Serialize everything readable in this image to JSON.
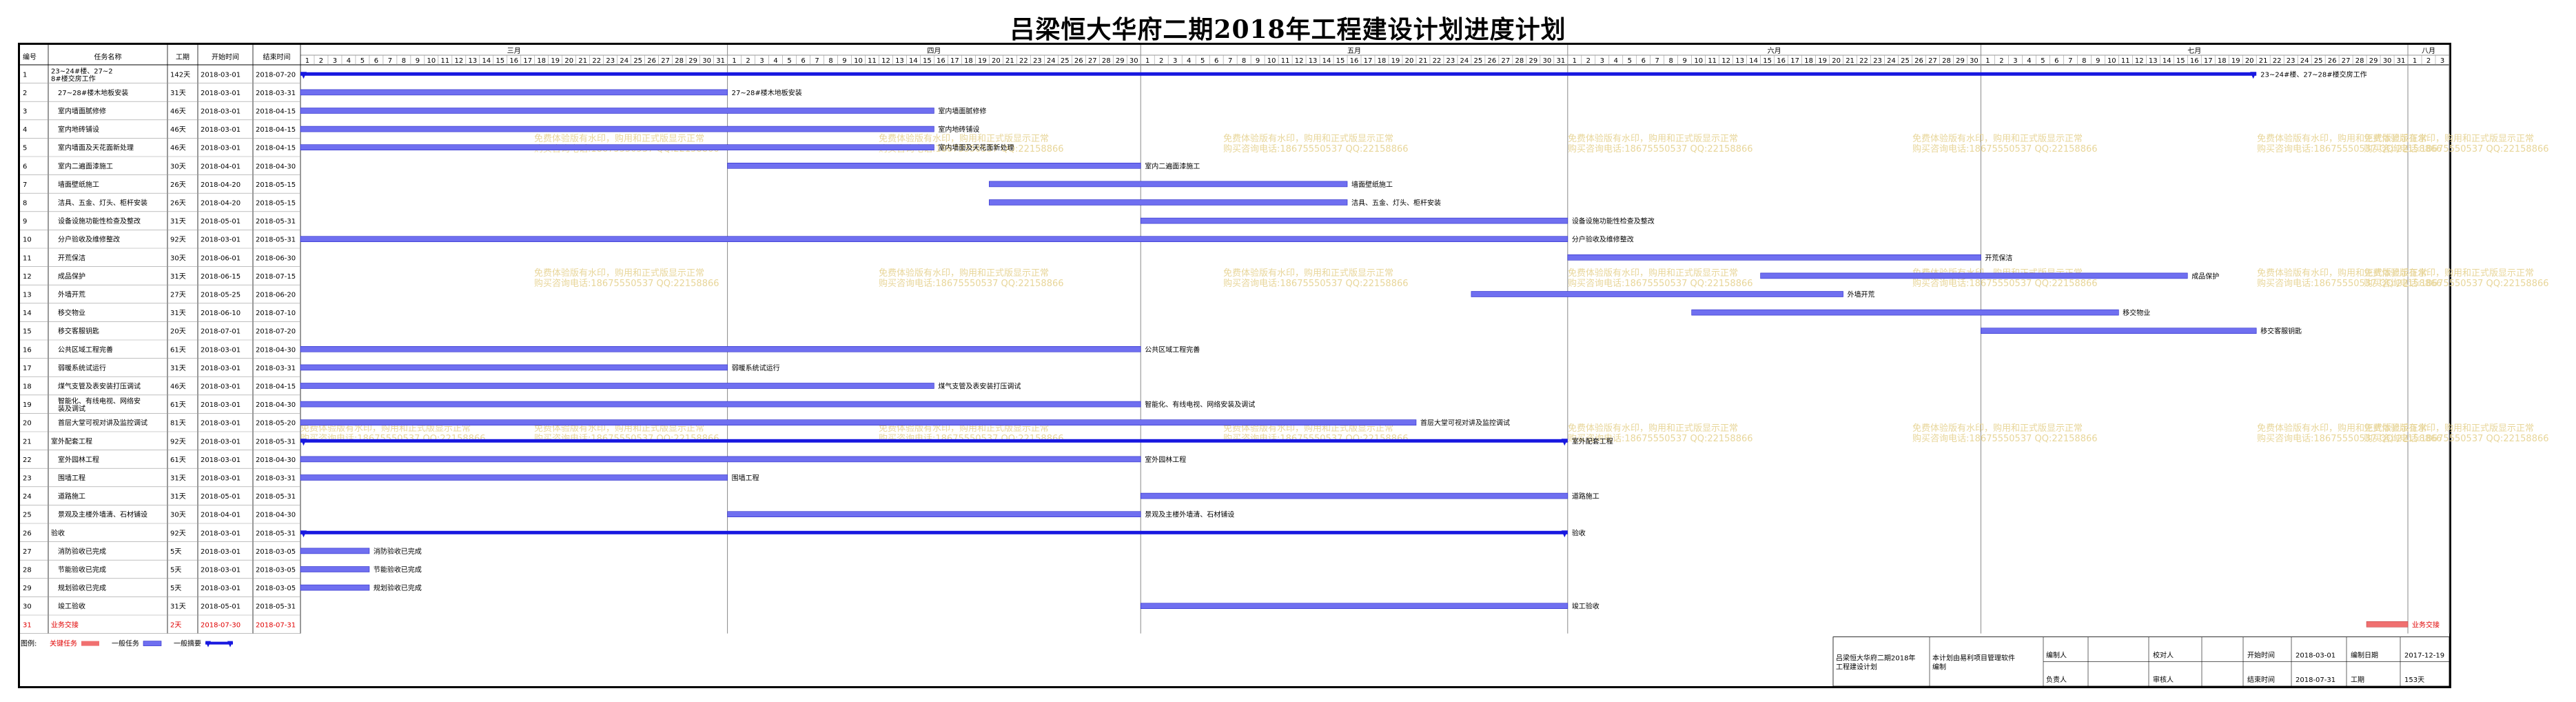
{
  "title": "吕梁恒大华府二期2018年工程建设计划进度计划",
  "columns": [
    "编号",
    "任务名称",
    "工期",
    "开始时间",
    "结束时间"
  ],
  "months": [
    {
      "name": "三月",
      "days": 31
    },
    {
      "name": "四月",
      "days": 30
    },
    {
      "name": "五月",
      "days": 31
    },
    {
      "name": "六月",
      "days": 30
    },
    {
      "name": "七月",
      "days": 31
    },
    {
      "name": "八月",
      "days": 3
    }
  ],
  "timeline_start": "2018-03-01",
  "watermark": {
    "line1": "免费体验版有水印，购用和正式版显示正常",
    "line2": "购买咨询电话:18675550537 QQ:22158866"
  },
  "chart_data": {
    "type": "gantt",
    "tasks": [
      {
        "id": "1",
        "name": "23~24#楼、27~28#楼交房工作",
        "duration": "142天",
        "start": "2018-03-01",
        "end": "2018-07-20",
        "kind": "summary",
        "label": "23~24#楼、27~28#楼交房工作"
      },
      {
        "id": "2",
        "name": "27~28#楼木地板安装",
        "duration": "31天",
        "start": "2018-03-01",
        "end": "2018-03-31",
        "kind": "task",
        "label": "27~28#楼木地板安装"
      },
      {
        "id": "3",
        "name": "室内墙面腻修修",
        "duration": "46天",
        "start": "2018-03-01",
        "end": "2018-04-15",
        "kind": "task",
        "label": "室内墙面腻修修"
      },
      {
        "id": "4",
        "name": "室内地砖铺设",
        "duration": "46天",
        "start": "2018-03-01",
        "end": "2018-04-15",
        "kind": "task",
        "label": "室内地砖铺设"
      },
      {
        "id": "5",
        "name": "室内墙面及天花面新处理",
        "duration": "46天",
        "start": "2018-03-01",
        "end": "2018-04-15",
        "kind": "task",
        "label": "室内墙面及天花面新处理"
      },
      {
        "id": "6",
        "name": "室内二遍面漆施工",
        "duration": "30天",
        "start": "2018-04-01",
        "end": "2018-04-30",
        "kind": "task",
        "label": "室内二遍面漆施工"
      },
      {
        "id": "7",
        "name": "墙面壁纸施工",
        "duration": "26天",
        "start": "2018-04-20",
        "end": "2018-05-15",
        "kind": "task",
        "label": "墙面壁纸施工"
      },
      {
        "id": "8",
        "name": "洁具、五金、灯头、柜杆安装",
        "duration": "26天",
        "start": "2018-04-20",
        "end": "2018-05-15",
        "kind": "task",
        "label": "洁具、五金、灯头、柜杆安装"
      },
      {
        "id": "9",
        "name": "设备设施功能性检查及整改",
        "duration": "31天",
        "start": "2018-05-01",
        "end": "2018-05-31",
        "kind": "task",
        "label": "设备设施功能性检查及整改"
      },
      {
        "id": "10",
        "name": "分户验收及维修整改",
        "duration": "92天",
        "start": "2018-03-01",
        "end": "2018-05-31",
        "kind": "task",
        "label": "分户验收及维修整改"
      },
      {
        "id": "11",
        "name": "开荒保洁",
        "duration": "30天",
        "start": "2018-06-01",
        "end": "2018-06-30",
        "kind": "task",
        "label": "开荒保洁"
      },
      {
        "id": "12",
        "name": "成品保护",
        "duration": "31天",
        "start": "2018-06-15",
        "end": "2018-07-15",
        "kind": "task",
        "label": "成品保护"
      },
      {
        "id": "13",
        "name": "外墙开荒",
        "duration": "27天",
        "start": "2018-05-25",
        "end": "2018-06-20",
        "kind": "task",
        "label": "外墙开荒"
      },
      {
        "id": "14",
        "name": "移交物业",
        "duration": "31天",
        "start": "2018-06-10",
        "end": "2018-07-10",
        "kind": "task",
        "label": "移交物业"
      },
      {
        "id": "15",
        "name": "移交客服钥匙",
        "duration": "20天",
        "start": "2018-07-01",
        "end": "2018-07-20",
        "kind": "task",
        "label": "移交客服钥匙"
      },
      {
        "id": "16",
        "name": "公共区域工程完善",
        "duration": "61天",
        "start": "2018-03-01",
        "end": "2018-04-30",
        "kind": "task",
        "label": "公共区域工程完善"
      },
      {
        "id": "17",
        "name": "弱暖系统试运行",
        "duration": "31天",
        "start": "2018-03-01",
        "end": "2018-03-31",
        "kind": "task",
        "label": "弱暖系统试运行"
      },
      {
        "id": "18",
        "name": "煤气支管及表安装打压调试",
        "duration": "46天",
        "start": "2018-03-01",
        "end": "2018-04-15",
        "kind": "task",
        "label": "煤气支管及表安装打压调试"
      },
      {
        "id": "19",
        "name": "智能化、有线电视、网络安装及调试",
        "duration": "61天",
        "start": "2018-03-01",
        "end": "2018-04-30",
        "kind": "task",
        "label": "智能化、有线电视、网络安装及调试"
      },
      {
        "id": "20",
        "name": "首层大堂可视对讲及监控调试",
        "duration": "81天",
        "start": "2018-03-01",
        "end": "2018-05-20",
        "kind": "task",
        "label": "首层大堂可视对讲及监控调试"
      },
      {
        "id": "21",
        "name": "室外配套工程",
        "duration": "92天",
        "start": "2018-03-01",
        "end": "2018-05-31",
        "kind": "summary",
        "label": "室外配套工程"
      },
      {
        "id": "22",
        "name": "室外园林工程",
        "duration": "61天",
        "start": "2018-03-01",
        "end": "2018-04-30",
        "kind": "task",
        "label": "室外园林工程"
      },
      {
        "id": "23",
        "name": "围墙工程",
        "duration": "31天",
        "start": "2018-03-01",
        "end": "2018-03-31",
        "kind": "task",
        "label": "围墙工程"
      },
      {
        "id": "24",
        "name": "道路施工",
        "duration": "31天",
        "start": "2018-05-01",
        "end": "2018-05-31",
        "kind": "task",
        "label": "道路施工"
      },
      {
        "id": "25",
        "name": "景观及主楼外墙清、石材铺设",
        "duration": "30天",
        "start": "2018-04-01",
        "end": "2018-04-30",
        "kind": "task",
        "label": "景观及主楼外墙清、石材铺设"
      },
      {
        "id": "26",
        "name": "验收",
        "duration": "92天",
        "start": "2018-03-01",
        "end": "2018-05-31",
        "kind": "summary",
        "label": "验收"
      },
      {
        "id": "27",
        "name": "消防验收已完成",
        "duration": "5天",
        "start": "2018-03-01",
        "end": "2018-03-05",
        "kind": "task",
        "label": "消防验收已完成"
      },
      {
        "id": "28",
        "name": "节能验收已完成",
        "duration": "5天",
        "start": "2018-03-01",
        "end": "2018-03-05",
        "kind": "task",
        "label": "节能验收已完成"
      },
      {
        "id": "29",
        "name": "规划验收已完成",
        "duration": "5天",
        "start": "2018-03-01",
        "end": "2018-03-05",
        "kind": "task",
        "label": "规划验收已完成"
      },
      {
        "id": "30",
        "name": "竣工验收",
        "duration": "31天",
        "start": "2018-05-01",
        "end": "2018-05-31",
        "kind": "task",
        "label": "竣工验收"
      },
      {
        "id": "31",
        "name": "业务交接",
        "duration": "2天",
        "start": "2018-07-30",
        "end": "2018-07-31",
        "kind": "critical",
        "label": "业务交接"
      }
    ]
  },
  "legend": {
    "label": "图例:",
    "items": [
      {
        "text": "关键任务",
        "kind": "critical"
      },
      {
        "text": "一般任务",
        "kind": "task"
      },
      {
        "text": "一般摘要",
        "kind": "summary"
      }
    ]
  },
  "footer": {
    "project": "吕梁恒大华府二期2018年工程建设计划",
    "software": "本计划由易利项目管理软件编制",
    "compiler_label": "编制人",
    "owner_label": "负责人",
    "checker_label": "校对人",
    "reviewer_label": "审核人",
    "start_label": "开始时间",
    "start_value": "2018-03-01",
    "end_label": "结束时间",
    "end_value": "2018-07-31",
    "date_label": "编制日期",
    "date_value": "2017-12-19",
    "duration_label": "工期",
    "duration_value": "153天"
  },
  "colors": {
    "task_bar": "#6f6ff0",
    "task_border": "#2a2ac8",
    "summary": "#1818e0",
    "critical": "#f07070",
    "critical_text": "#e00000",
    "grid": "#999999",
    "watermark": "#e8d69a"
  }
}
